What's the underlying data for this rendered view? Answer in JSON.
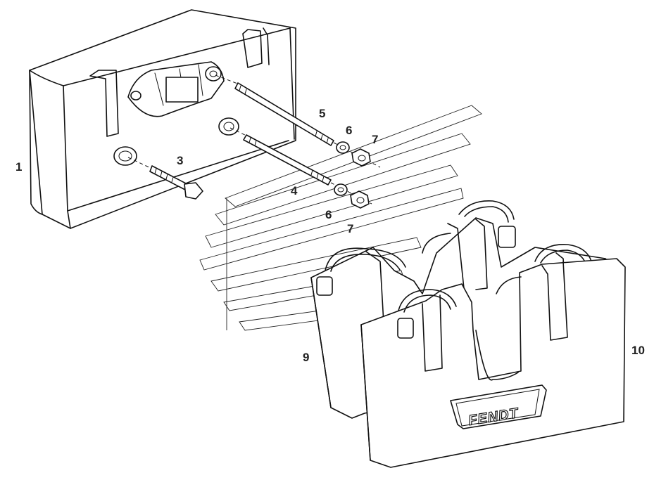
{
  "callouts": [
    {
      "id": "1",
      "text": "1"
    },
    {
      "id": "3",
      "text": "3"
    },
    {
      "id": "4",
      "text": "4"
    },
    {
      "id": "5",
      "text": "5"
    },
    {
      "id": "6a",
      "text": "6"
    },
    {
      "id": "6b",
      "text": "6"
    },
    {
      "id": "7a",
      "text": "7"
    },
    {
      "id": "7b",
      "text": "7"
    },
    {
      "id": "9",
      "text": "9"
    },
    {
      "id": "10",
      "text": "10"
    }
  ],
  "logo": {
    "text": "FENDT"
  }
}
